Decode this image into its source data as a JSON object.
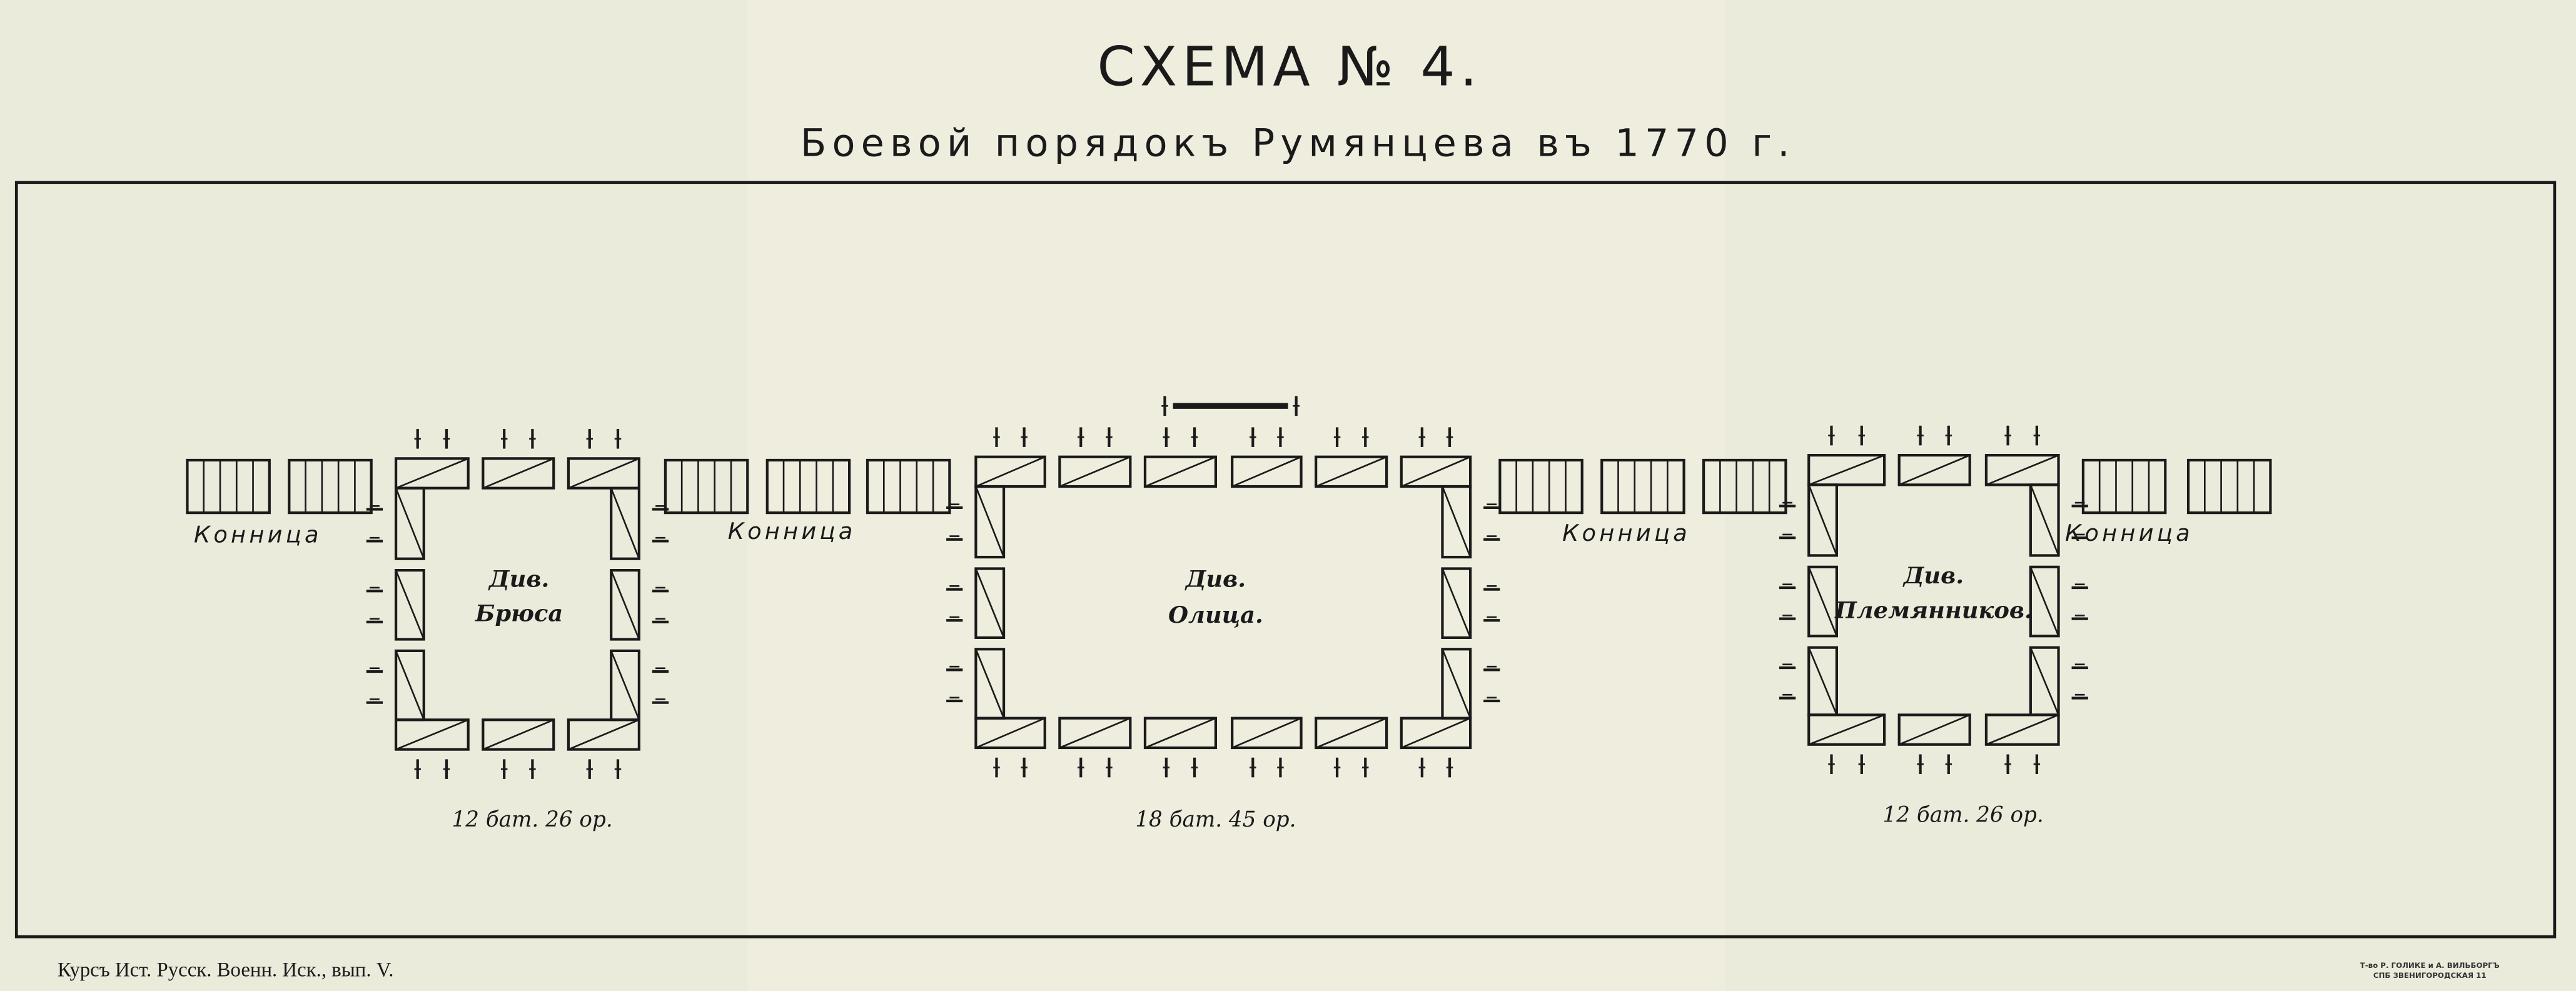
{
  "title": "СХЕМА № 4.",
  "subtitle": "Боевой порядокъ Румянцева въ 1770 г.",
  "cavalry_label": "Конница",
  "divisions": [
    {
      "name_line1": "Див.",
      "name_line2": "Брюса",
      "count": "12 бат. 26 ор.",
      "battalions_per_side": 3
    },
    {
      "name_line1": "Див.",
      "name_line2": "Олица.",
      "count": "18 бат. 45 ор.",
      "battalions_per_side": 6
    },
    {
      "name_line1": "Див.",
      "name_line2": "Племянников.",
      "count": "12 бат. 26 ор.",
      "battalions_per_side": 3
    }
  ],
  "cavalry_groups": [
    {
      "label": "Конница",
      "squadrons": 2
    },
    {
      "label": "Конница",
      "squadrons": 3
    },
    {
      "label": "Конница",
      "squadrons": 3
    },
    {
      "label": "Конница",
      "squadrons": 2
    }
  ],
  "footer": "Курсъ Ист. Русск. Военн. Иск., вып. V.",
  "printer_line1": "Т-во Р. ГОЛИКЕ и А. ВИЛЬБОРГЪ",
  "printer_line2": "СПБ ЗВЕНИГОРОДСКАЯ 11",
  "colors": {
    "paper": "#ebebdc",
    "ink": "#1a1a1a"
  }
}
